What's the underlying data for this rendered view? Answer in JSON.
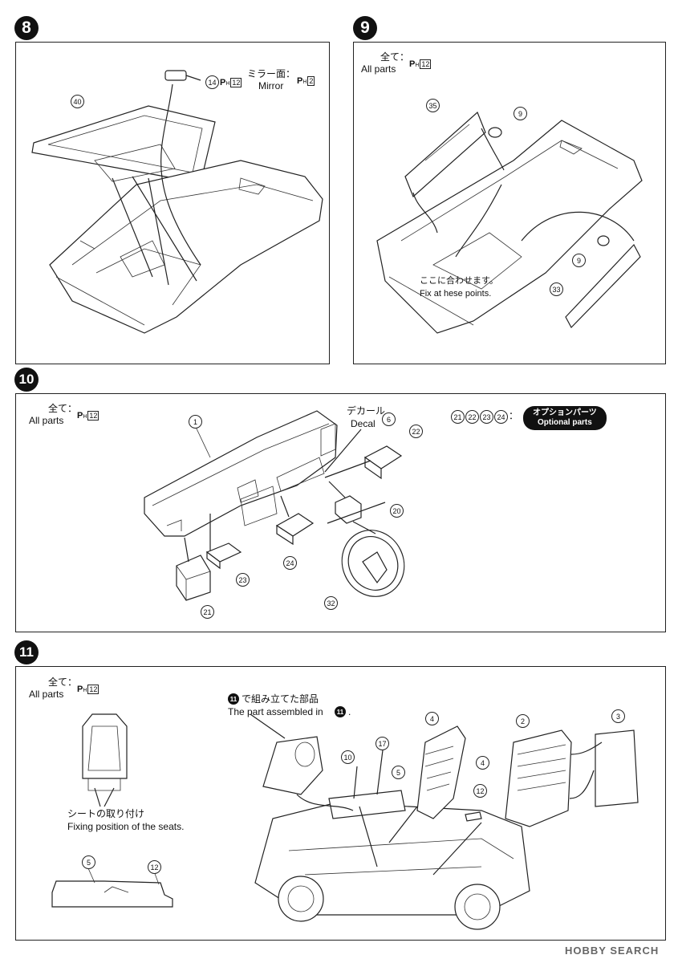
{
  "steps": {
    "s8": {
      "badge": "8",
      "mirror_ja": "ミラー面：",
      "mirror_en": "Mirror",
      "p_label": "P",
      "p_sub": "H",
      "part14": "14",
      "part14_page": "12",
      "mirror_page": "2",
      "part40": "40"
    },
    "s9": {
      "badge": "9",
      "all_ja": "全て：",
      "all_en": "All parts",
      "p_label": "P",
      "p_sub": "H",
      "page": "12",
      "part35": "35",
      "part9a": "9",
      "part9b": "9",
      "part33": "33",
      "fix_ja": "ここに合わせます。",
      "fix_en": "Fix at hese points."
    },
    "s10": {
      "badge": "10",
      "all_ja": "全て：",
      "all_en": "All parts",
      "p_label": "P",
      "p_sub": "H",
      "page": "12",
      "decal_ja": "デカール",
      "decal_en": "Decal",
      "part1": "1",
      "part6": "6",
      "part20": "20",
      "part21": "21",
      "part22": "22",
      "part23": "23",
      "part24": "24",
      "part32": "32",
      "opt_parts": [
        "21",
        "22",
        "23",
        "24"
      ],
      "opt_colon": "：",
      "opt_ja": "オプションパーツ",
      "opt_en": "Optional parts"
    },
    "s11": {
      "badge": "11",
      "all_ja": "全て：",
      "all_en": "All parts",
      "p_label": "P",
      "p_sub": "H",
      "page": "12",
      "assembled_ja": "で組み立てた部品",
      "assembled_en": "The part assembled in",
      "assembled_badge": "11",
      "assembled_dot": ".",
      "seat_ja": "シートの取り付け",
      "seat_en": "Fixing position of the seats.",
      "part2": "2",
      "part3": "3",
      "part4a": "4",
      "part4b": "4",
      "part5": "5",
      "part5b": "5",
      "part10": "10",
      "part12": "12",
      "part12b": "12",
      "part17": "17"
    }
  },
  "watermark": "HOBBY SEARCH",
  "colors": {
    "ink": "#111111",
    "paper": "#ffffff",
    "watermark": "#666666"
  }
}
